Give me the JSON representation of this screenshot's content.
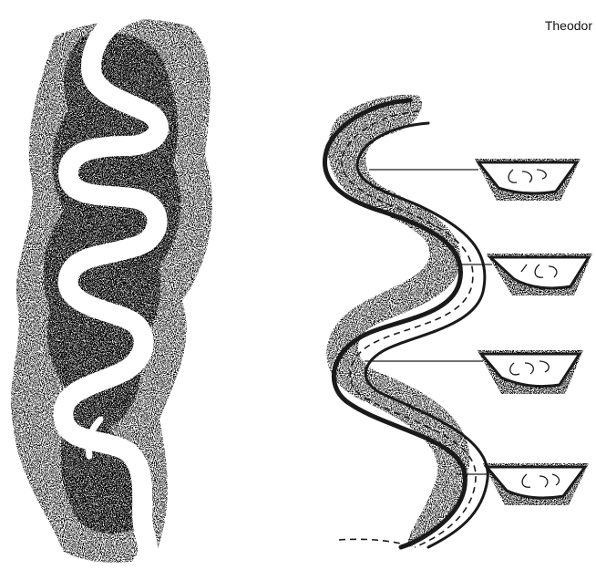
{
  "credit": "Theodor",
  "colors": {
    "ink": "#1a1a1a",
    "paper": "#ffffff"
  },
  "panels": [
    {
      "name": "meandering-river-plan",
      "description_visible": false
    },
    {
      "name": "meander-cross-sections",
      "section_count": 4
    }
  ]
}
